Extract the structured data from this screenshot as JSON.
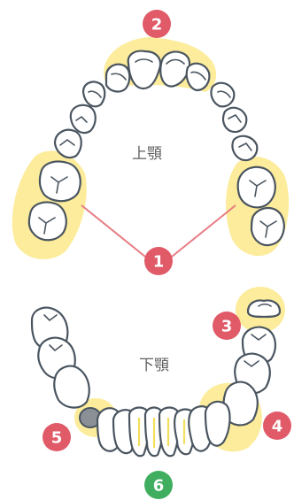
{
  "labels": {
    "upper_jaw": "上顎",
    "lower_jaw": "下顎"
  },
  "badges": [
    {
      "number": "1",
      "color": "#e05a68"
    },
    {
      "number": "2",
      "color": "#e05a68"
    },
    {
      "number": "3",
      "color": "#e05a68"
    },
    {
      "number": "4",
      "color": "#e05a68"
    },
    {
      "number": "5",
      "color": "#e05a68"
    },
    {
      "number": "6",
      "color": "#3fae5f"
    }
  ],
  "colors": {
    "highlight": "#fbe98a",
    "outline": "#4a5560",
    "pointer_line": "#e77c84"
  }
}
